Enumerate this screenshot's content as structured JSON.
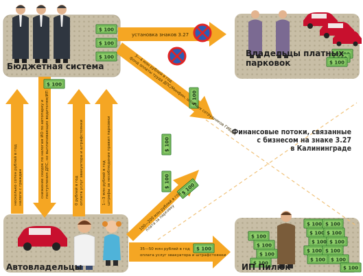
{
  "nodes": {
    "budget": "Бюджетная система",
    "owners_parking_line1": "Владельцы платных",
    "owners_parking_line2": "парковок",
    "car_owners": "Автовладельцы",
    "ip": "ИП Пилюк"
  },
  "flows": {
    "signs_install": "установка знаков 3.27",
    "fund": "3—4 млн рублей в год",
    "fund_line2": "фонд оплаты труда ДПС/Минфин, штатных сотрудников ГИБДД",
    "fines": "несколько сотен рублей в год",
    "fines_line2": "налоги с граждан",
    "subsidies": "снижение скидок по налогам ИО по автопарку и",
    "subsidies_line2": "поступления ДПС, не выплачивающих водителям/ИП",
    "evac_fines": "0 рублей в год",
    "evac_fines_line2": "оплата услуг эвакуатора и штрафстоянки",
    "parking_fines": "1—3 млн рублей в год",
    "parking_fines_line2": "штрафы за несоблюдение правил парковки",
    "parking_pay": "100—200 млн рублей в год",
    "parking_pay_line2": "плата за парковку",
    "evac_pay": "35—50 млн рублей в год",
    "evac_pay_line2": "оплата услуг эвакуатора и штрафстоянки"
  },
  "caption": {
    "line1": "Финансовые потоки, связанные",
    "line2": "с бизнесом на знаке 3.27",
    "line3": "в Калининграде"
  },
  "money": {
    "bill": "$ 100"
  },
  "colors": {
    "arrow": "#f5a623",
    "arrow_dark": "#e08a00",
    "panel": "#c9bfa8",
    "bill_green": "#8fcf6a",
    "bill_border": "#2f7a2f",
    "sign_red": "#e02424",
    "sign_blue": "#2b5db5",
    "car_red": "#c8102e"
  }
}
